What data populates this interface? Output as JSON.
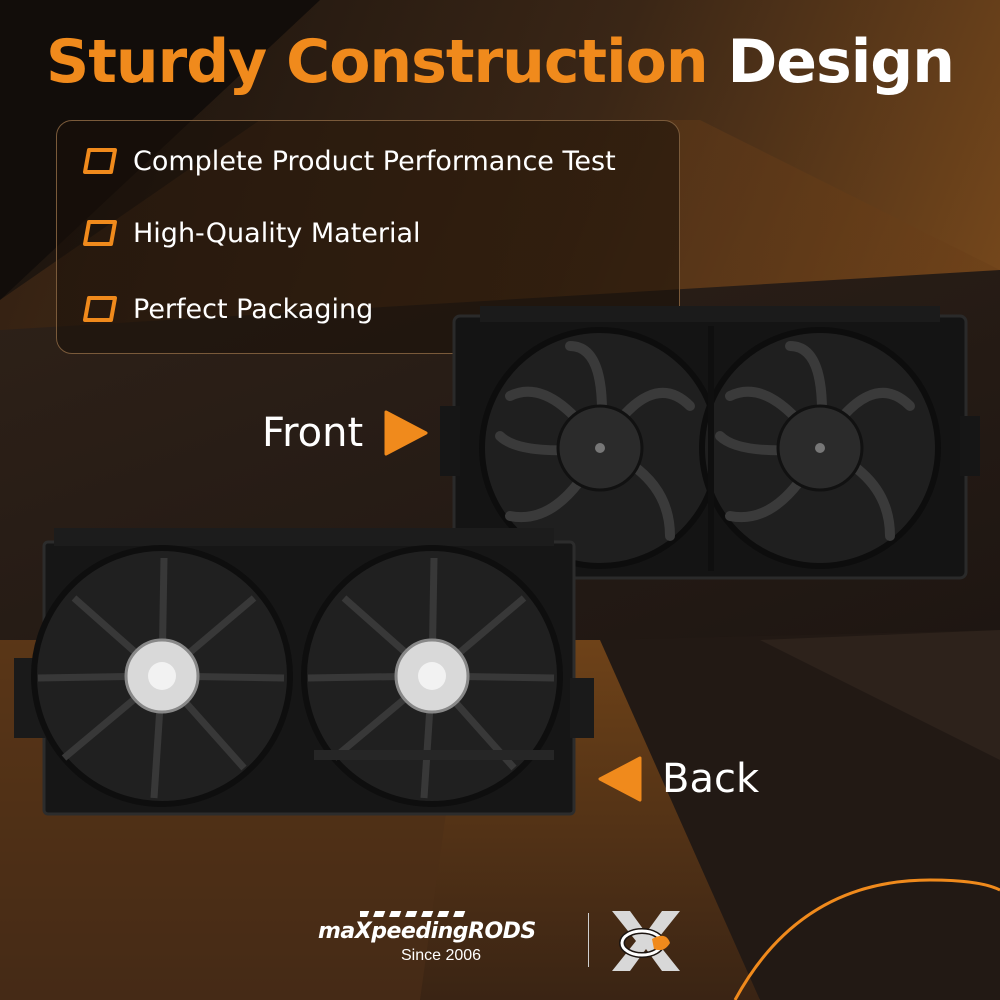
{
  "title": {
    "accent": "Sturdy Construction",
    "plain": "Design"
  },
  "features": [
    {
      "text": "Complete Product Performance Test",
      "icon": "hexagon-bullet-icon"
    },
    {
      "text": "High-Quality Material",
      "icon": "hexagon-bullet-icon"
    },
    {
      "text": "Perfect Packaging",
      "icon": "hexagon-bullet-icon"
    }
  ],
  "labels": {
    "front": "Front",
    "back": "Back"
  },
  "brand": {
    "name": "maXpeedingRODS",
    "since": "Since 2006"
  },
  "colors": {
    "accent": "#f08a1c",
    "text": "#ffffff",
    "background": "#1c1511"
  }
}
